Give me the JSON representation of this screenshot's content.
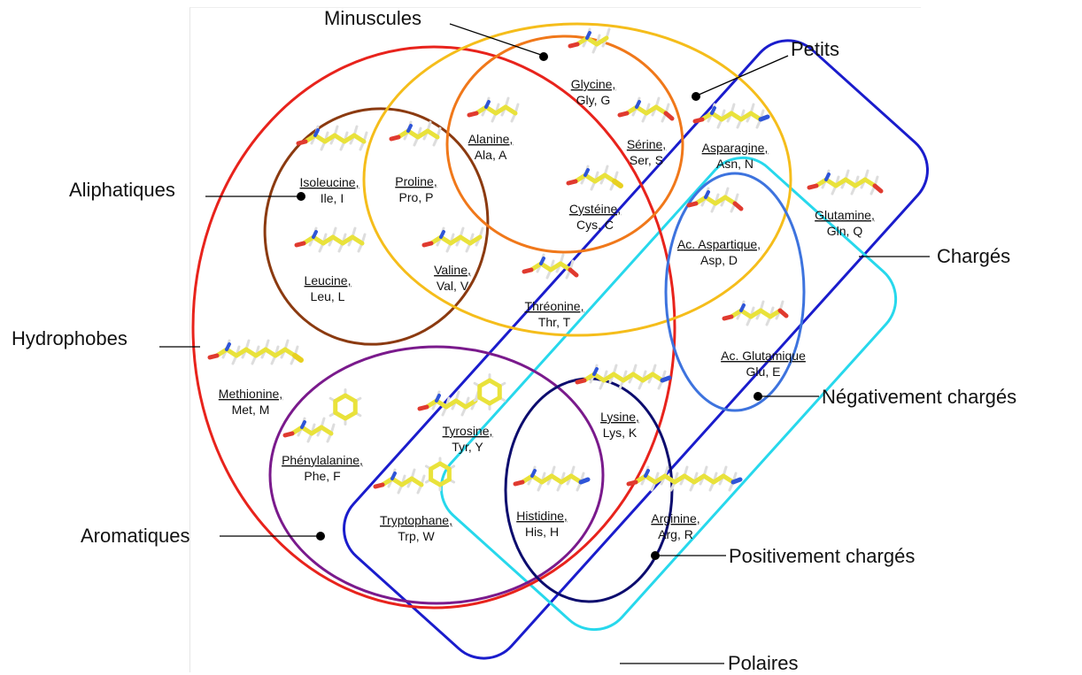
{
  "categories": {
    "minuscules": "Minuscules",
    "petits": "Petits",
    "aliphatiques": "Aliphatiques",
    "hydrophobes": "Hydrophobes",
    "aromatiques": "Aromatiques",
    "charges": "Chargés",
    "negativement": "Négativement chargés",
    "positivement": "Positivement chargés",
    "polaires": "Polaires"
  },
  "colors": {
    "hydrophobes": "#e8231c",
    "aliphatiques": "#8b3a10",
    "petits": "#f5bd1b",
    "minuscules": "#f0781a",
    "polaires": "#1a1ccc",
    "charges": "#27d8ec",
    "negativement": "#3d73de",
    "positivement": "#0c0c6e",
    "aromatiques": "#7a1a8c",
    "carbon": "#e9e23b",
    "oxygen": "#e03a2f",
    "nitrogen": "#2f55d8",
    "hydrogen": "#dddddd",
    "sulfur": "#e8d020"
  },
  "amino_acids": {
    "gly": {
      "name": "Glycine,",
      "code": "Gly, G"
    },
    "ala": {
      "name": "Alanine,",
      "code": "Ala, A"
    },
    "ser": {
      "name": "Sérine,",
      "code": "Ser, S"
    },
    "asn": {
      "name": "Asparagine,",
      "code": "Asn, N"
    },
    "pro": {
      "name": "Proline,",
      "code": "Pro, P"
    },
    "ile": {
      "name": "Isoleucine,",
      "code": "Ile, I"
    },
    "cys": {
      "name": "Cystéine,",
      "code": "Cys, C"
    },
    "gln": {
      "name": "Glutamine,",
      "code": "Gln, Q"
    },
    "asp": {
      "name": "Ac. Aspartique,",
      "code": "Asp, D"
    },
    "leu": {
      "name": "Leucine,",
      "code": "Leu, L"
    },
    "val": {
      "name": "Valine,",
      "code": "Val, V"
    },
    "thr": {
      "name": "Thréonine,",
      "code": "Thr, T"
    },
    "glu": {
      "name": "Ac. Glutamique",
      "code": "Glu, E"
    },
    "met": {
      "name": "Methionine,",
      "code": "Met, M"
    },
    "tyr": {
      "name": "Tyrosine,",
      "code": "Tyr, Y"
    },
    "lys": {
      "name": "Lysine,",
      "code": "Lys, K"
    },
    "phe": {
      "name": "Phénylalanine,",
      "code": "Phe, F"
    },
    "trp": {
      "name": "Tryptophane,",
      "code": "Trp, W"
    },
    "his": {
      "name": "Histidine,",
      "code": "His, H"
    },
    "arg": {
      "name": "Arginine,",
      "code": "Arg, R"
    }
  }
}
